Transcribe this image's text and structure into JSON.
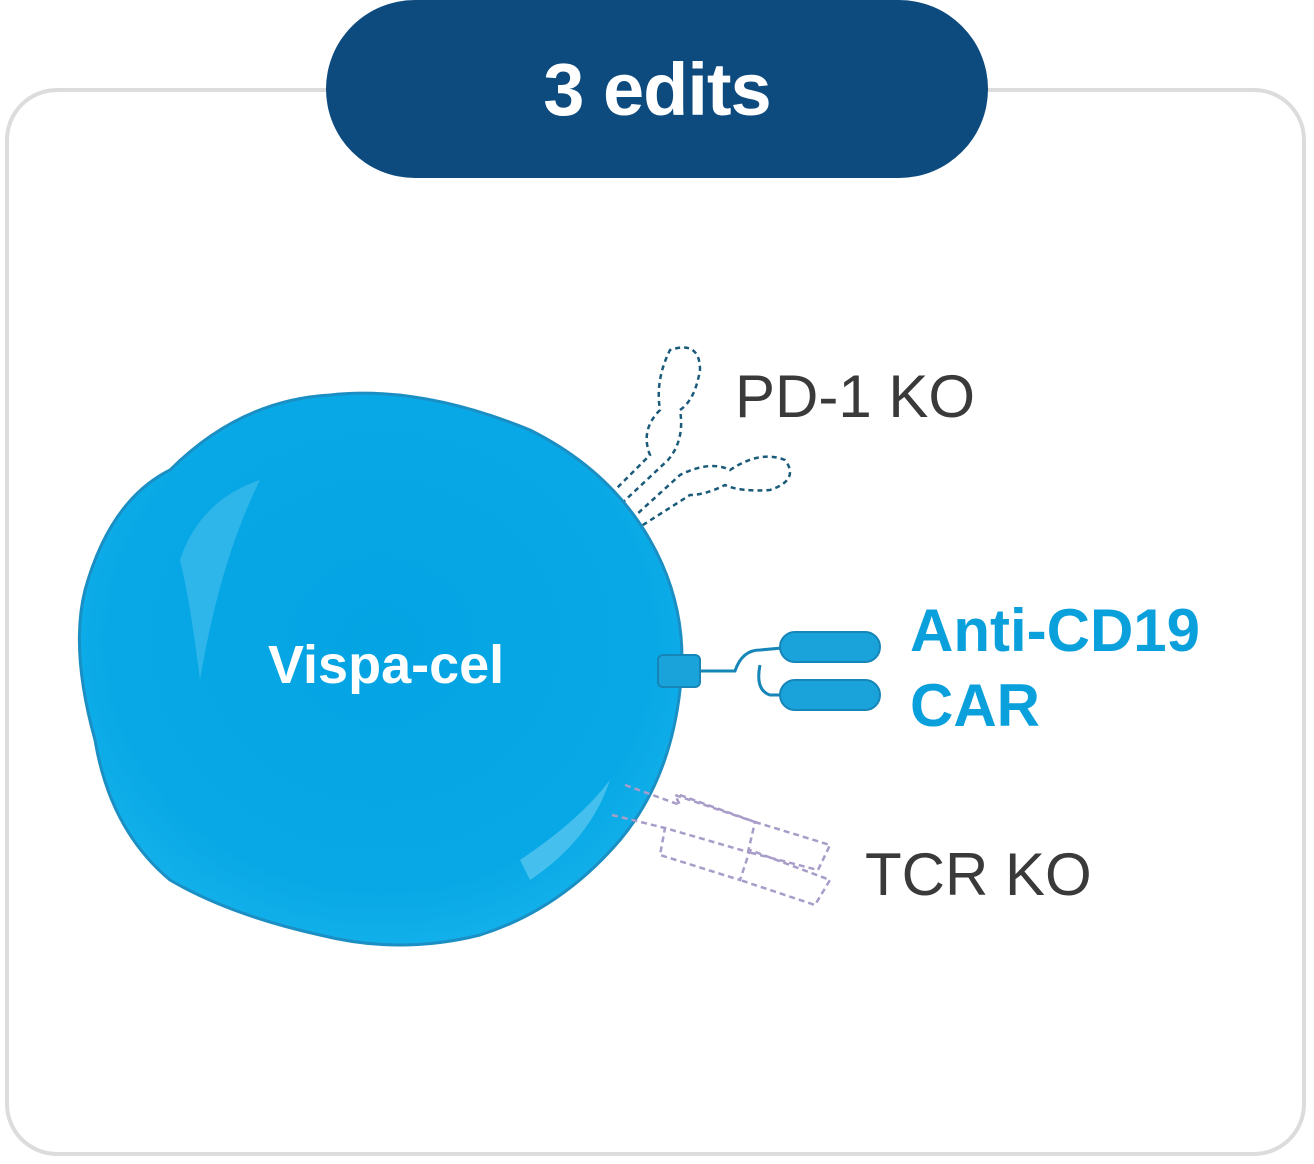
{
  "header": {
    "title": "3 edits"
  },
  "cell": {
    "name": "Vispa-cel"
  },
  "labels": {
    "pd1": "PD-1 KO",
    "car_line1": "Anti-CD19",
    "car_line2": "CAR",
    "tcr": "TCR KO"
  },
  "colors": {
    "header_bg": "#0d4a7e",
    "cell_fill": "#06a6e6",
    "car_text": "#0aa0dc",
    "pd1_outline": "#1a5a7a",
    "tcr_outline": "#a89cc8"
  }
}
